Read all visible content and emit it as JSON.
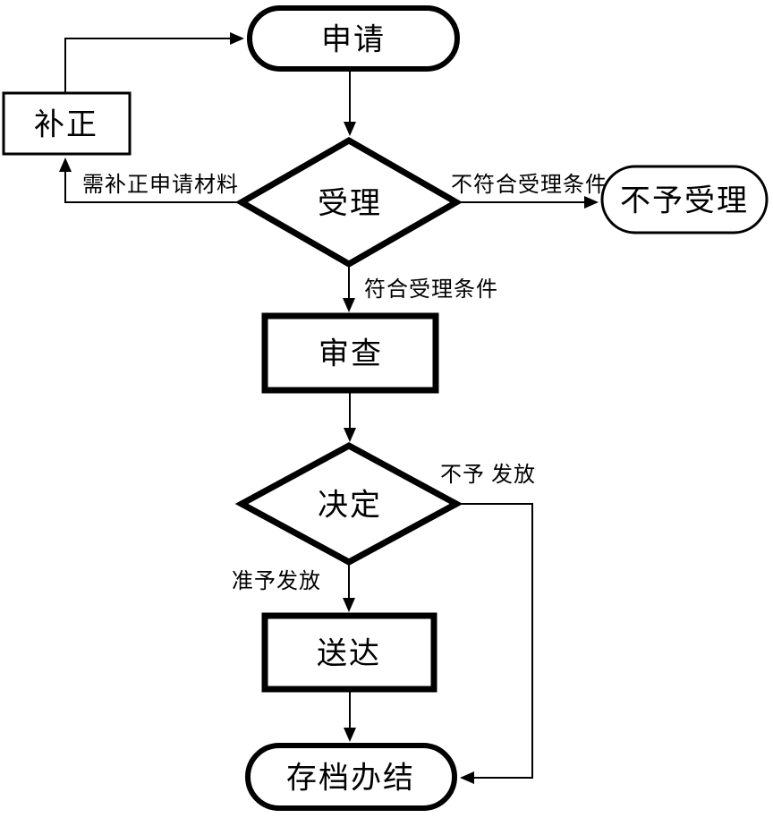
{
  "diagram": {
    "type": "flowchart",
    "background_color": "#ffffff",
    "line_color": "#000000",
    "nodes": [
      {
        "id": "apply",
        "shape": "terminator",
        "label": "申请"
      },
      {
        "id": "supplement",
        "shape": "process",
        "label": "补正"
      },
      {
        "id": "acceptance",
        "shape": "decision",
        "label": "受理"
      },
      {
        "id": "not-accepted",
        "shape": "terminator",
        "label": "不予受理"
      },
      {
        "id": "review",
        "shape": "process",
        "label": "审查"
      },
      {
        "id": "decision",
        "shape": "decision",
        "label": "决定"
      },
      {
        "id": "delivery",
        "shape": "process",
        "label": "送达"
      },
      {
        "id": "archive",
        "shape": "terminator",
        "label": "存档办结"
      }
    ],
    "edges": [
      {
        "from": "apply",
        "to": "acceptance",
        "label": ""
      },
      {
        "from": "acceptance",
        "to": "supplement",
        "label": "需补正申请材料"
      },
      {
        "from": "supplement",
        "to": "apply",
        "label": ""
      },
      {
        "from": "acceptance",
        "to": "not-accepted",
        "label": "不符合受理条件"
      },
      {
        "from": "acceptance",
        "to": "review",
        "label": "符合受理条件"
      },
      {
        "from": "review",
        "to": "decision",
        "label": ""
      },
      {
        "from": "decision",
        "to": "archive",
        "label": "不予 发放"
      },
      {
        "from": "decision",
        "to": "delivery",
        "label": "准予发放"
      },
      {
        "from": "delivery",
        "to": "archive",
        "label": ""
      }
    ]
  }
}
